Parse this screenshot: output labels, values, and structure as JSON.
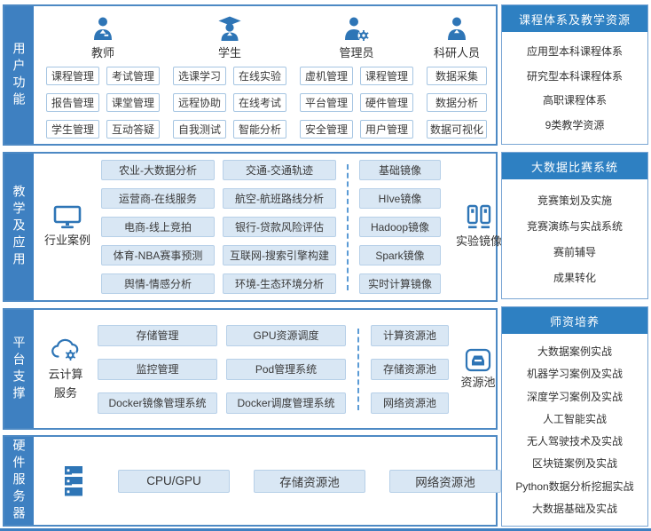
{
  "colors": {
    "side_bar_blue": "#3e80c1",
    "panel_header_blue": "#2e80c2",
    "section_border_blue": "#4d89c4",
    "icon_blue": "#2e75b6",
    "chip_fill": "#d9e7f4",
    "chip_border": "#b7d0e8",
    "white_chip_border": "#a6c5e2",
    "dashed_divider": "#5b9bd5",
    "text": "#3a3a3a"
  },
  "user_section": {
    "side_label": "用户功能",
    "groups": [
      {
        "name": "教师",
        "icon": "teacher-icon",
        "buttons": [
          "课程管理",
          "考试管理",
          "报告管理",
          "课堂管理",
          "学生管理",
          "互动答疑"
        ]
      },
      {
        "name": "学生",
        "icon": "student-icon",
        "buttons": [
          "选课学习",
          "在线实验",
          "远程协助",
          "在线考试",
          "自我测试",
          "智能分析"
        ]
      },
      {
        "name": "管理员",
        "icon": "admin-icon",
        "buttons": [
          "虚机管理",
          "课程管理",
          "平台管理",
          "硬件管理",
          "安全管理",
          "用户管理"
        ]
      },
      {
        "name": "科研人员",
        "icon": "researcher-icon",
        "buttons": [
          "数据采集",
          "数据分析",
          "数据可视化"
        ]
      }
    ]
  },
  "teaching_section": {
    "side_label": "教学及应用",
    "left_label": "行业案例",
    "right_label": "实验镜像",
    "col1": [
      "农业-大数据分析",
      "运营商-在线服务",
      "电商-线上竞拍",
      "体育-NBA赛事预测",
      "舆情-情感分析"
    ],
    "col2": [
      "交通-交通轨迹",
      "航空-航班路线分析",
      "银行-贷款风险评估",
      "互联网-搜索引擎构建",
      "环境-生态环境分析"
    ],
    "col3": [
      "基础镜像",
      "HIve镜像",
      "Hadoop镜像",
      "Spark镜像",
      "实时计算镜像"
    ]
  },
  "platform_section": {
    "side_label": "平台支撑",
    "left_label_line1": "云计算",
    "left_label_line2": "服务",
    "right_label": "资源池",
    "col1": [
      "存储管理",
      "监控管理",
      "Docker镜像管理系统"
    ],
    "col2": [
      "GPU资源调度",
      "Pod管理系统",
      "Docker调度管理系统"
    ],
    "col3": [
      "计算资源池",
      "存储资源池",
      "网络资源池"
    ]
  },
  "hardware_section": {
    "side_label": "硬件服务器",
    "buttons": [
      "CPU/GPU",
      "存储资源池",
      "网络资源池"
    ]
  },
  "right_panels": [
    {
      "title": "课程体系及教学资源",
      "items": [
        "应用型本科课程体系",
        "研究型本科课程体系",
        "高职课程体系",
        "9类教学资源"
      ]
    },
    {
      "title": "大数据比赛系统",
      "items": [
        "竞赛策划及实施",
        "竞赛演练与实战系统",
        "赛前辅导",
        "成果转化"
      ]
    },
    {
      "title": "师资培养",
      "items": [
        "大数据案例实战",
        "机器学习案例及实战",
        "深度学习案例及实战",
        "人工智能实战",
        "无人驾驶技术及实战",
        "区块链案例及实战",
        "Python数据分析挖掘实战",
        "大数据基础及实战"
      ]
    }
  ]
}
